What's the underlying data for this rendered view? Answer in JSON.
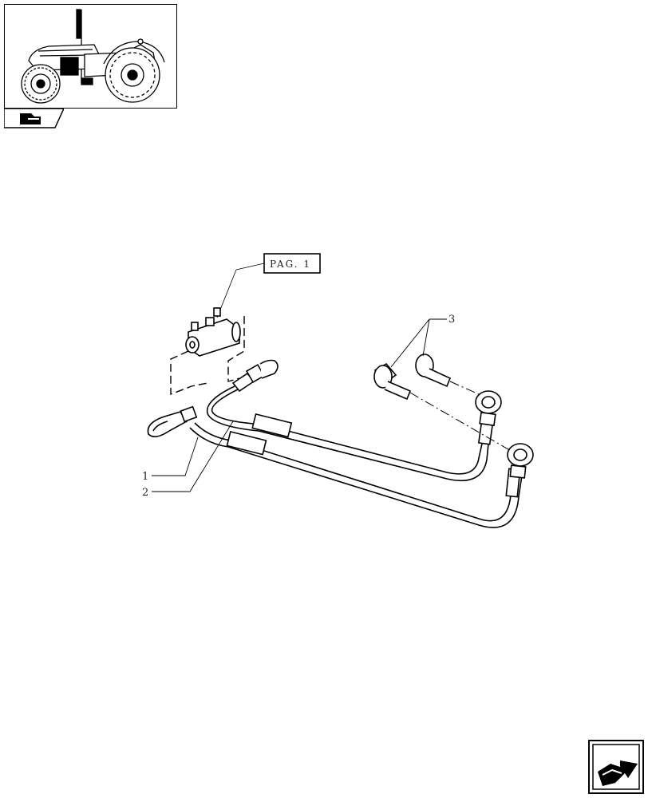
{
  "thumbnail": {
    "icon": "tractor-illustration"
  },
  "tab": {
    "icon": "folder-arrow-icon"
  },
  "diagram": {
    "reference_label": "PAG. 1",
    "callouts": [
      "1",
      "2",
      "3"
    ]
  },
  "navigation": {
    "icon": "next-page-arrow-icon"
  }
}
